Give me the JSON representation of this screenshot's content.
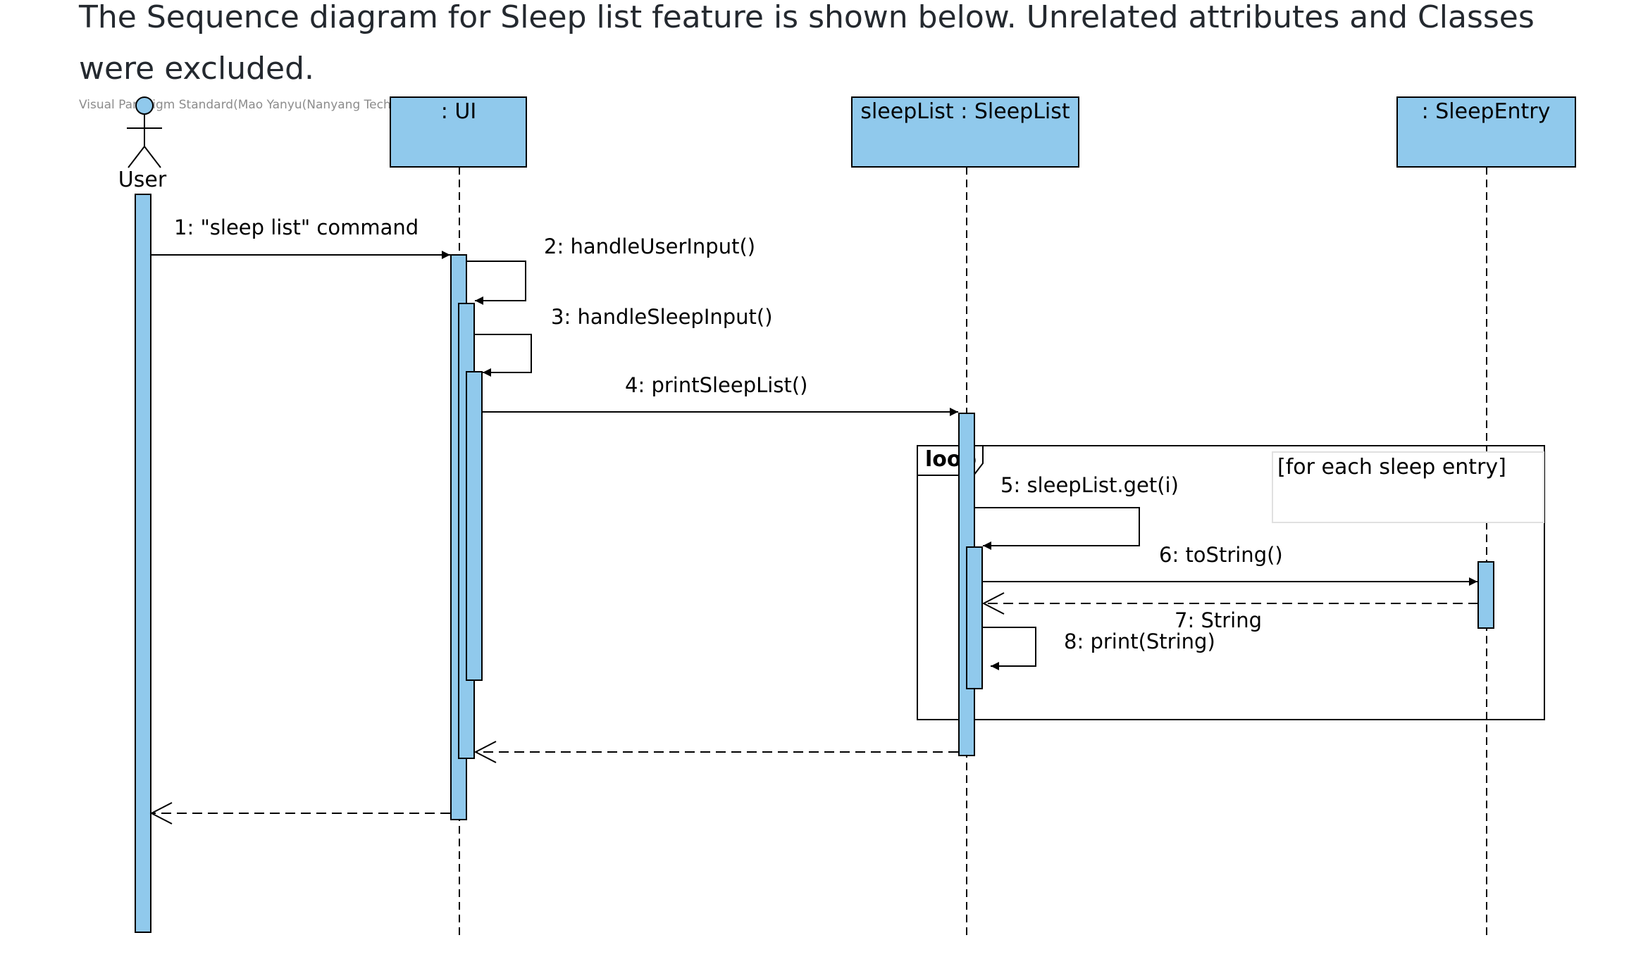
{
  "document": {
    "paragraph": "The Sequence diagram for Sleep list feature is shown below. Unrelated attributes and Classes were excluded."
  },
  "diagram": {
    "watermark": "Visual Paradigm Standard(Mao Yanyu(Nanyang Technological University))",
    "actor": {
      "name": "User"
    },
    "lifelines": [
      {
        "id": "ui",
        "label": ": UI"
      },
      {
        "id": "sleeplist",
        "label": "sleepList : SleepList"
      },
      {
        "id": "sleepentry",
        "label": ": SleepEntry"
      }
    ],
    "messages": [
      {
        "id": "m1",
        "label": "1: \"sleep list\" command"
      },
      {
        "id": "m2",
        "label": "2: handleUserInput()"
      },
      {
        "id": "m3",
        "label": "3: handleSleepInput()"
      },
      {
        "id": "m4",
        "label": "4: printSleepList()"
      },
      {
        "id": "m5",
        "label": "5: sleepList.get(i)"
      },
      {
        "id": "m6",
        "label": "6: toString()"
      },
      {
        "id": "m7",
        "label": "7: String"
      },
      {
        "id": "m8",
        "label": "8: print(String)"
      }
    ],
    "loop_fragment": {
      "operator": "loop",
      "guard": "[for each sleep entry]"
    },
    "colors": {
      "activation_fill": "#90c9ec",
      "stroke": "#000000"
    }
  }
}
